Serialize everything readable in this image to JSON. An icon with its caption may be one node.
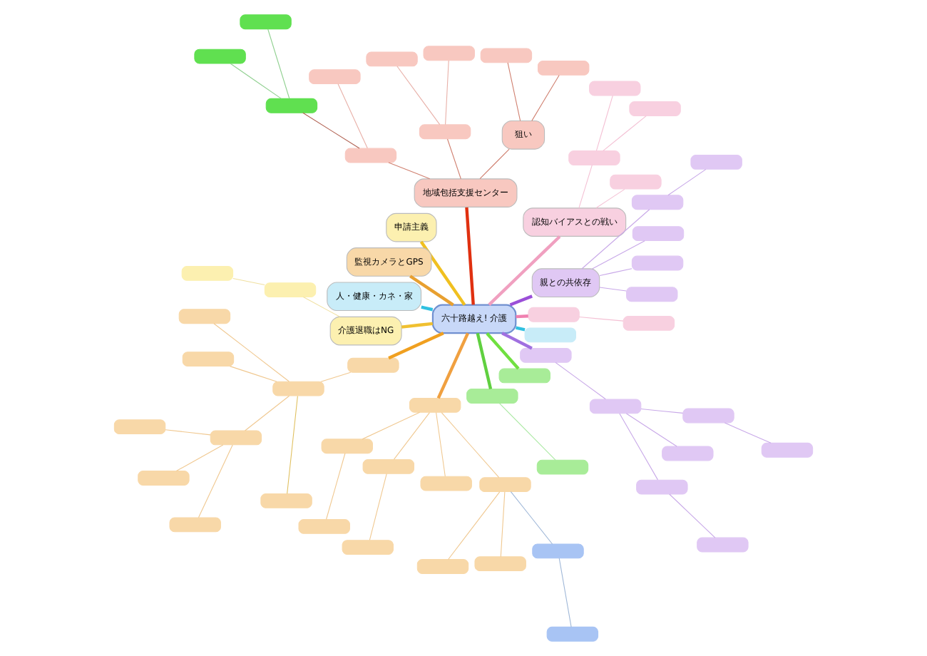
{
  "diagram": {
    "nodes": [
      {
        "text": [
          "六十路越え! 介護"
        ]
      },
      {
        "text": [
          "親との共依存"
        ]
      },
      {
        "text": [
          "認知バイアスとの戦い"
        ]
      },
      {
        "text": [
          "地域包括支援センター"
        ]
      },
      {
        "text": [
          "狙い"
        ]
      },
      {
        "text": [
          "申請主義"
        ]
      },
      {
        "text": [
          "監視カメラとGPS"
        ]
      },
      {
        "text": [
          "人・健康・カネ・家"
        ]
      },
      {
        "text": [
          "介護退職はNG"
        ]
      },
      {
        "text": [],
        "shape": "box"
      },
      {
        "text": [],
        "shape": "box"
      },
      {
        "text": [],
        "shape": "box"
      },
      {
        "text": [],
        "shape": "box"
      },
      {
        "text": [],
        "shape": "box"
      },
      {
        "text": [],
        "shape": "box"
      },
      {
        "text": [],
        "shape": "box"
      },
      {
        "text": [],
        "shape": "box"
      },
      {
        "text": [],
        "shape": "box"
      },
      {
        "text": [],
        "shape": "box"
      },
      {
        "text": [],
        "shape": "box"
      },
      {
        "text": [],
        "shape": "box"
      },
      {
        "text": [],
        "shape": "box"
      },
      {
        "text": [],
        "shape": "box"
      },
      {
        "text": [],
        "shape": "box"
      },
      {
        "text": [],
        "shape": "box"
      },
      {
        "text": [],
        "shape": "box"
      },
      {
        "text": [],
        "shape": "box"
      },
      {
        "text": [],
        "shape": "box"
      },
      {
        "text": [],
        "shape": "box"
      },
      {
        "text": [],
        "shape": "box"
      },
      {
        "text": [],
        "shape": "box"
      },
      {
        "text": [],
        "shape": "box"
      },
      {
        "text": [],
        "shape": "box"
      },
      {
        "text": [],
        "shape": "box"
      },
      {
        "text": [],
        "shape": "box"
      },
      {
        "text": [],
        "shape": "box"
      },
      {
        "text": [],
        "shape": "box"
      },
      {
        "text": [],
        "shape": "box"
      },
      {
        "text": [],
        "shape": "box"
      },
      {
        "text": [],
        "shape": "box"
      },
      {
        "text": [],
        "shape": "box"
      },
      {
        "text": [],
        "shape": "box"
      },
      {
        "text": [],
        "shape": "box"
      },
      {
        "text": [],
        "shape": "box"
      },
      {
        "text": [],
        "shape": "box"
      },
      {
        "text": [],
        "shape": "box"
      },
      {
        "text": [],
        "shape": "box"
      },
      {
        "text": [],
        "shape": "box"
      },
      {
        "text": [],
        "shape": "box"
      },
      {
        "text": [],
        "shape": "box"
      },
      {
        "text": [],
        "shape": "box"
      },
      {
        "text": [],
        "shape": "box"
      },
      {
        "text": [],
        "shape": "box"
      },
      {
        "text": [],
        "shape": "box"
      },
      {
        "text": [],
        "shape": "box"
      },
      {
        "text": [],
        "shape": "box"
      },
      {
        "text": [],
        "shape": "box"
      },
      {
        "text": [],
        "shape": "box"
      },
      {
        "text": [],
        "shape": "box"
      },
      {
        "text": [],
        "shape": "box"
      },
      {
        "text": [],
        "shape": "box"
      },
      {
        "text": [],
        "shape": "box"
      },
      {
        "text": [],
        "shape": "box"
      }
    ],
    "edges": [
      {
        "from": 0,
        "to": 1,
        "arrow": "none",
        "style": "thick",
        "color": "#9b4fd8"
      },
      {
        "from": 0,
        "to": 2,
        "arrow": "none",
        "style": "thick",
        "color": "#f0a0c0"
      },
      {
        "from": 0,
        "to": 3,
        "arrow": "none",
        "style": "thick",
        "color": "#e03010"
      },
      {
        "from": 0,
        "to": 5,
        "arrow": "none",
        "style": "thick",
        "color": "#f0c020"
      },
      {
        "from": 0,
        "to": 28,
        "arrow": "none",
        "style": "thick",
        "color": "#f0a020"
      },
      {
        "from": 0,
        "to": 6,
        "arrow": "none",
        "style": "thick",
        "color": "#e8a030"
      },
      {
        "from": 0,
        "to": 37,
        "arrow": "none",
        "style": "thick",
        "color": "#f0a040"
      },
      {
        "from": 0,
        "to": 48,
        "arrow": "none",
        "style": "thick",
        "color": "#60d040"
      },
      {
        "from": 0,
        "to": 8,
        "arrow": "none",
        "style": "thick",
        "color": "#f0c030"
      },
      {
        "from": 0,
        "to": 52,
        "arrow": "none",
        "style": "thick",
        "color": "#70e040"
      },
      {
        "from": 0,
        "to": 53,
        "arrow": "none",
        "style": "thick",
        "color": "#a070e0"
      },
      {
        "from": 0,
        "to": 60,
        "arrow": "none",
        "style": "thick",
        "color": "#30c0e0"
      },
      {
        "from": 0,
        "to": 61,
        "arrow": "none",
        "style": "thick",
        "color": "#f080b0"
      },
      {
        "from": 0,
        "to": 7,
        "arrow": "none",
        "style": "thick",
        "color": "#30c0e0"
      },
      {
        "from": 1,
        "to": 9,
        "arrow": "none",
        "color": "#c8a8e8"
      },
      {
        "from": 1,
        "to": 10,
        "arrow": "none",
        "color": "#c8a8e8"
      },
      {
        "from": 1,
        "to": 11,
        "arrow": "none",
        "color": "#c8a8e8"
      },
      {
        "from": 1,
        "to": 12,
        "arrow": "none",
        "color": "#c8a8e8"
      },
      {
        "from": 12,
        "to": 13,
        "arrow": "none",
        "color": "#c8a8e8"
      },
      {
        "from": 2,
        "to": 14,
        "arrow": "none",
        "color": "#f4c0d4"
      },
      {
        "from": 2,
        "to": 15,
        "arrow": "none",
        "color": "#f4c0d4"
      },
      {
        "from": 15,
        "to": 16,
        "arrow": "none",
        "color": "#f4c0d4"
      },
      {
        "from": 15,
        "to": 17,
        "arrow": "none",
        "color": "#f4c0d4"
      },
      {
        "from": 3,
        "to": 4,
        "arrow": "none",
        "color": "#d08070"
      },
      {
        "from": 4,
        "to": 18,
        "arrow": "none",
        "color": "#d08070"
      },
      {
        "from": 4,
        "to": 19,
        "arrow": "none",
        "color": "#d08070"
      },
      {
        "from": 3,
        "to": 20,
        "arrow": "none",
        "color": "#d08070"
      },
      {
        "from": 3,
        "to": 21,
        "arrow": "none",
        "color": "#d08070"
      },
      {
        "from": 20,
        "to": 22,
        "arrow": "none",
        "color": "#e8b0a8"
      },
      {
        "from": 20,
        "to": 23,
        "arrow": "none",
        "color": "#e8b0a8"
      },
      {
        "from": 21,
        "to": 24,
        "arrow": "none",
        "color": "#e8b0a8"
      },
      {
        "from": 21,
        "to": 25,
        "arrow": "none",
        "color": "#b06050"
      },
      {
        "from": 25,
        "to": 26,
        "arrow": "none",
        "color": "#90d090"
      },
      {
        "from": 25,
        "to": 27,
        "arrow": "none",
        "color": "#90d090"
      },
      {
        "from": 28,
        "to": 29,
        "arrow": "none",
        "color": "#f0c890"
      },
      {
        "from": 29,
        "to": 30,
        "arrow": "none",
        "color": "#f0c890"
      },
      {
        "from": 29,
        "to": 31,
        "arrow": "none",
        "color": "#f0c890"
      },
      {
        "from": 29,
        "to": 32,
        "arrow": "none",
        "color": "#f0c890"
      },
      {
        "from": 29,
        "to": 33,
        "arrow": "none",
        "color": "#e0c060"
      },
      {
        "from": 32,
        "to": 34,
        "arrow": "none",
        "color": "#f0c890"
      },
      {
        "from": 32,
        "to": 35,
        "arrow": "none",
        "color": "#f0c890"
      },
      {
        "from": 32,
        "to": 36,
        "arrow": "none",
        "color": "#f0c890"
      },
      {
        "from": 37,
        "to": 38,
        "arrow": "none",
        "color": "#f0c890"
      },
      {
        "from": 37,
        "to": 39,
        "arrow": "none",
        "color": "#f0c890"
      },
      {
        "from": 37,
        "to": 40,
        "arrow": "none",
        "color": "#f0c890"
      },
      {
        "from": 37,
        "to": 41,
        "arrow": "none",
        "color": "#f0c890"
      },
      {
        "from": 38,
        "to": 42,
        "arrow": "none",
        "color": "#f0c890"
      },
      {
        "from": 39,
        "to": 43,
        "arrow": "none",
        "color": "#f0c890"
      },
      {
        "from": 41,
        "to": 44,
        "arrow": "none",
        "color": "#f0c890"
      },
      {
        "from": 41,
        "to": 45,
        "arrow": "none",
        "color": "#f0c890"
      },
      {
        "from": 41,
        "to": 46,
        "arrow": "none",
        "color": "#a0b8d8"
      },
      {
        "from": 46,
        "to": 47,
        "arrow": "none",
        "color": "#a0b8d8"
      },
      {
        "from": 48,
        "to": 49,
        "arrow": "none",
        "color": "#a8e8a0"
      },
      {
        "from": 8,
        "to": 50,
        "arrow": "none",
        "color": "#f0e0a0"
      },
      {
        "from": 50,
        "to": 51,
        "arrow": "none",
        "color": "#f0e0a0"
      },
      {
        "from": 53,
        "to": 54,
        "arrow": "none",
        "color": "#c8a8e8"
      },
      {
        "from": 54,
        "to": 55,
        "arrow": "none",
        "color": "#c8a8e8"
      },
      {
        "from": 55,
        "to": 56,
        "arrow": "none",
        "color": "#c8a8e8"
      },
      {
        "from": 54,
        "to": 57,
        "arrow": "none",
        "color": "#c8a8e8"
      },
      {
        "from": 54,
        "to": 58,
        "arrow": "none",
        "color": "#c8a8e8"
      },
      {
        "from": 58,
        "to": 59,
        "arrow": "none",
        "color": "#c8a8e8"
      },
      {
        "from": 61,
        "to": 62,
        "arrow": "none",
        "color": "#f4c0d4"
      }
    ]
  }
}
